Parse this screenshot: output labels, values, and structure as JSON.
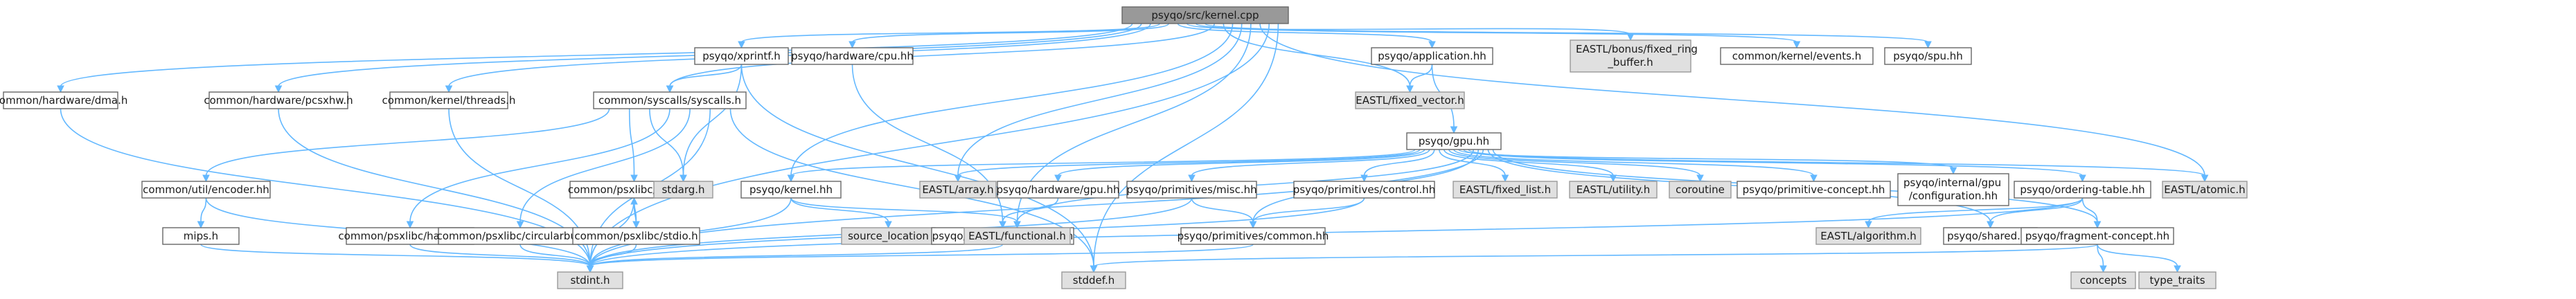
{
  "colors": {
    "edge": "#63b8ff",
    "node_fill": "#ffffff",
    "node_fill_external": "#e0e0e0",
    "node_fill_root": "#999999",
    "node_border": "#666666",
    "node_border_external": "#999999"
  },
  "nodes": {
    "kernel_cpp": "psyqo/src/kernel.cpp",
    "dma": "common/hardware/dma.h",
    "pcsxhw": "common/hardware/pcsxhw.h",
    "threads": "common/kernel/threads.h",
    "xprintf": "psyqo/xprintf.h",
    "hw_cpu": "psyqo/hardware/cpu.hh",
    "application": "psyqo/application.hh",
    "fixed_ring_buffer": [
      "EASTL/bonus/fixed_ring",
      "_buffer.h"
    ],
    "events": "common/kernel/events.h",
    "spu": "psyqo/spu.hh",
    "syscalls": "common/syscalls/syscalls.h",
    "fixed_vector": "EASTL/fixed_vector.h",
    "gpu_hh": "psyqo/gpu.hh",
    "encoder": "common/util/encoder.hh",
    "device": "common/psxlibc/device.h",
    "stdarg": "stdarg.h",
    "kernel_hh": "psyqo/kernel.hh",
    "array": "EASTL/array.h",
    "hw_gpu": "psyqo/hardware/gpu.hh",
    "prim_misc": "psyqo/primitives/misc.hh",
    "prim_control": "psyqo/primitives/control.hh",
    "fixed_list": "EASTL/fixed_list.h",
    "utility": "EASTL/utility.h",
    "coroutine": "coroutine",
    "prim_concept": "psyqo/primitive-concept.hh",
    "internal_config": [
      "psyqo/internal/gpu",
      "/configuration.hh"
    ],
    "ordering_table": "psyqo/ordering-table.hh",
    "atomic": "EASTL/atomic.h",
    "mips": "mips.h",
    "handlers": "common/psxlibc/handlers.h",
    "circularbuffer": "common/psxlibc/circularbuffer.h",
    "stdio": "common/psxlibc/stdio.h",
    "source_location": "source_location",
    "hwregs": "psyqo/hardware/hwregs.hh",
    "functional": "EASTL/functional.h",
    "prim_common": "psyqo/primitives/common.hh",
    "algorithm": "EASTL/algorithm.h",
    "shared": "psyqo/shared.hh",
    "fragment_concept": "psyqo/fragment-concept.hh",
    "stdint": "stdint.h",
    "stddef": "stddef.h",
    "concepts": "concepts",
    "type_traits": "type_traits"
  }
}
